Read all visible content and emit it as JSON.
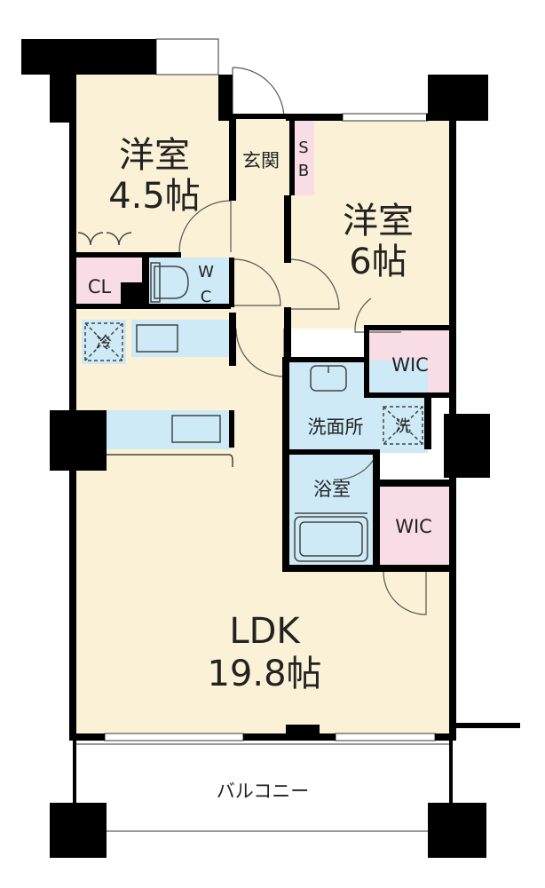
{
  "colors": {
    "floor": "#fbf1d6",
    "wet_area": "#cdeaf6",
    "storage": "#f9dde6",
    "wall": "#000000",
    "fixture_line": "#444444"
  },
  "rooms": {
    "western_small": {
      "name": "洋室",
      "size": "4.5帖"
    },
    "western_large": {
      "name": "洋室",
      "size": "6帖"
    },
    "ldk": {
      "name": "LDK",
      "size": "19.8帖"
    },
    "entrance": "玄関",
    "shoe_box": "S",
    "shoe_box_b": "B",
    "closet": "CL",
    "toilet_w": "W",
    "toilet_c": "C",
    "wic_upper": "WIC",
    "wic_lower": "WIC",
    "washroom": "洗面所",
    "bathroom": "浴室",
    "fridge": "冷",
    "washer": "洗",
    "balcony": "バルコニー"
  }
}
